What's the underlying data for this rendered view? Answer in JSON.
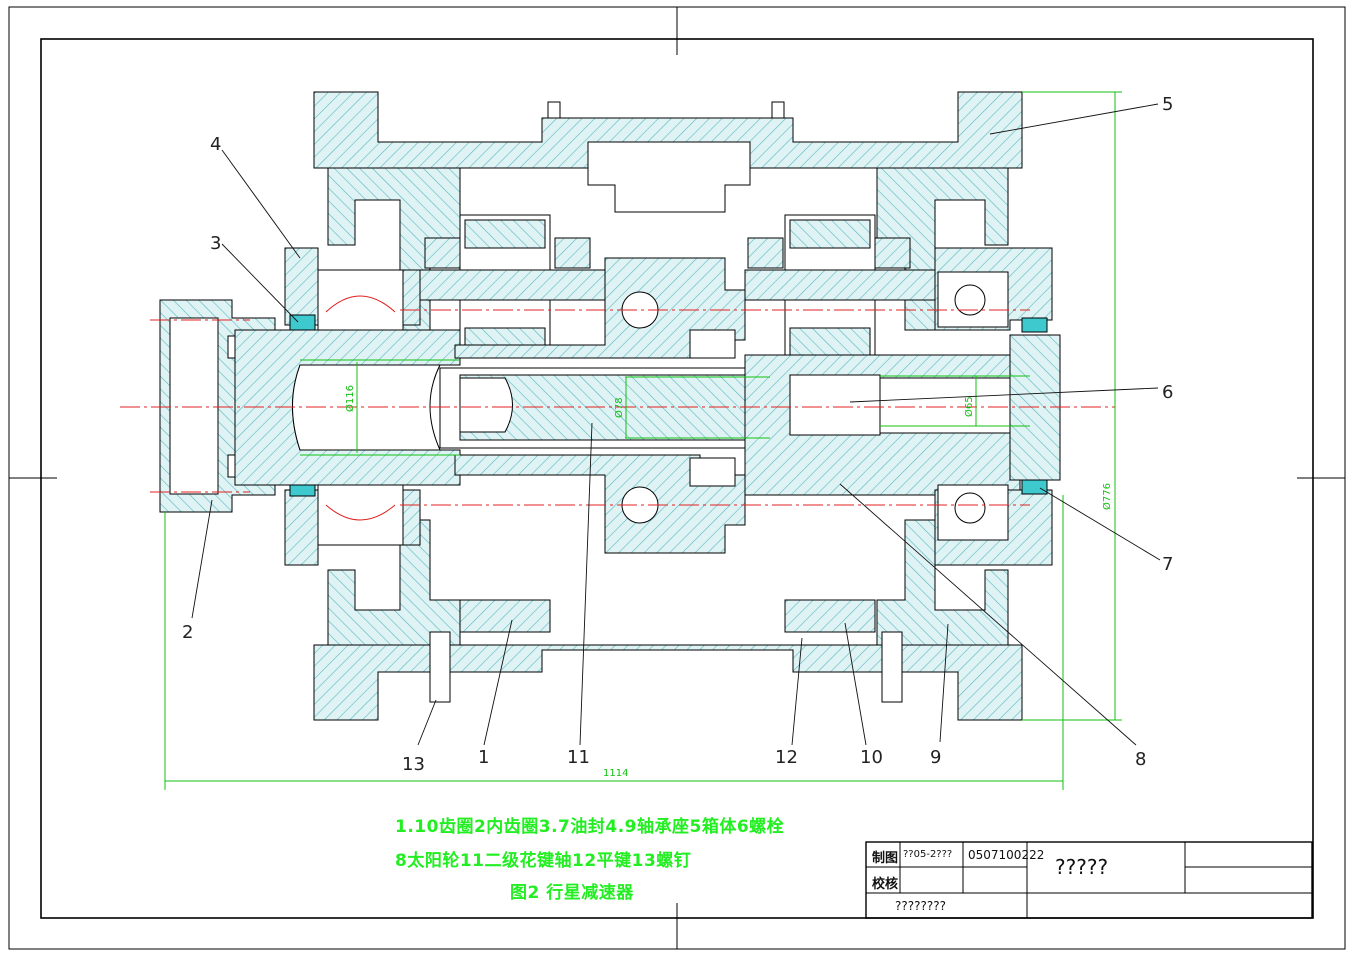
{
  "colors": {
    "hatch": "#58b7bf",
    "fill": "#dff3f5",
    "line": "#000000",
    "center": "#e02020",
    "dim": "#10c010",
    "leader": "#111111",
    "legend": "#22ee22"
  },
  "part_labels": [
    "1",
    "2",
    "3",
    "4",
    "5",
    "6",
    "7",
    "8",
    "9",
    "10",
    "11",
    "12",
    "13"
  ],
  "dimensions": {
    "d116": "Ø116",
    "d78": "Ø78",
    "d65": "Ø65",
    "d776": "Ø776",
    "w1114": "1114"
  },
  "legend": {
    "line1": "1.10齿圈2内齿圈3.7油封4.9轴承座5箱体6螺栓",
    "line2": "8太阳轮11二级花键轴12平键13螺钉",
    "caption": "图2  行星减速器"
  },
  "title_block": {
    "drawn_label": "制图",
    "drawn_value": "??05-2???",
    "id": "0507100222",
    "title": "?????",
    "check_label": "校核",
    "bottom": "????????"
  }
}
